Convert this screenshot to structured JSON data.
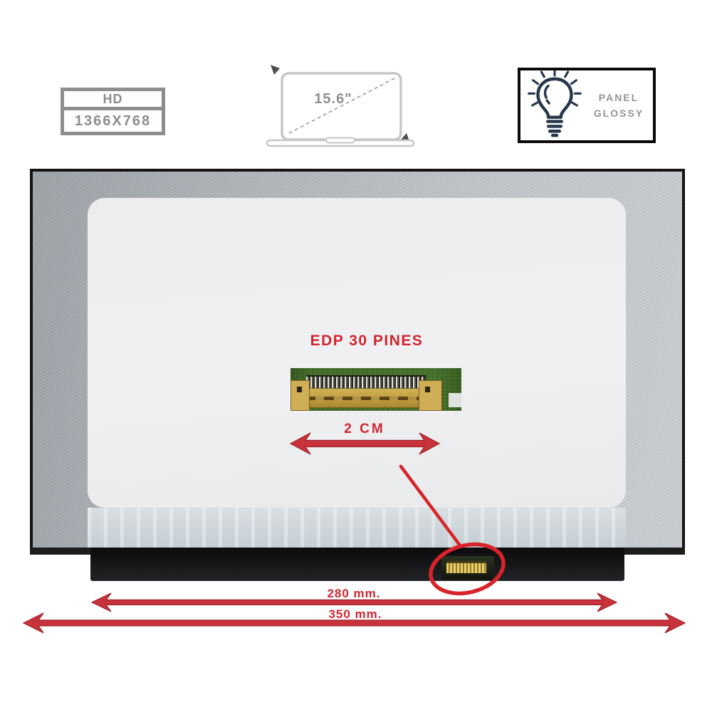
{
  "resolution_badge": {
    "format": "HD",
    "resolution": "1366X768"
  },
  "size_badge": {
    "diagonal": "15.6\""
  },
  "finish_badge": {
    "line1": "PANEL",
    "line2": "GLOSSY"
  },
  "connector": {
    "title": "EDP 30 PINES",
    "width_label": "2 CM"
  },
  "measurements": {
    "mounting_width": "280 mm.",
    "total_width": "350 mm."
  },
  "colors": {
    "accent_red": "#cf2630",
    "arrow_red": "#c8333b",
    "text_gray": "#8d8d8d",
    "bulb_navy": "#26374a",
    "panel_silver": "#b9bdc2",
    "pcb_green": "#47702e",
    "connector_gold": "#c9a84c",
    "bar_black": "#141415"
  },
  "icons": {
    "laptop": "laptop-outline-icon",
    "bulb": "light-bulb-icon",
    "arrow": "double-headed-arrow-icon"
  }
}
